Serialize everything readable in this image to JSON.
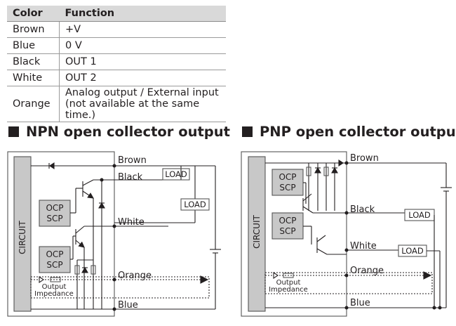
{
  "table": {
    "headers": [
      "Color",
      "Function"
    ],
    "rows": [
      {
        "color": "Brown",
        "function": "+V"
      },
      {
        "color": "Blue",
        "function": "0 V"
      },
      {
        "color": "Black",
        "function": "OUT 1"
      },
      {
        "color": "White",
        "function": "OUT 2"
      },
      {
        "color": "Orange",
        "function_line1": "Analog output / External input",
        "function_line2": "(not available at the same time.)"
      }
    ]
  },
  "npn": {
    "title": "NPN open collector output",
    "circuit": "CIRCUIT",
    "ocp1": "OCP",
    "scp1": "SCP",
    "ocp2": "OCP",
    "scp2": "SCP",
    "wire_brown": "Brown",
    "wire_black": "Black",
    "wire_white": "White",
    "wire_orange": "Orange",
    "wire_blue": "Blue",
    "load1": "LOAD",
    "load2": "LOAD",
    "output": "Output",
    "impedance": "Impedance"
  },
  "pnp": {
    "title": "PNP open collector output",
    "circuit": "CIRCUIT",
    "ocp1": "OCP",
    "scp1": "SCP",
    "ocp2": "OCP",
    "scp2": "SCP",
    "wire_brown": "Brown",
    "wire_black": "Black",
    "wire_white": "White",
    "wire_orange": "Orange",
    "wire_blue": "Blue",
    "load1": "LOAD",
    "load2": "LOAD",
    "output": "Output",
    "impedance": "Impedance"
  }
}
